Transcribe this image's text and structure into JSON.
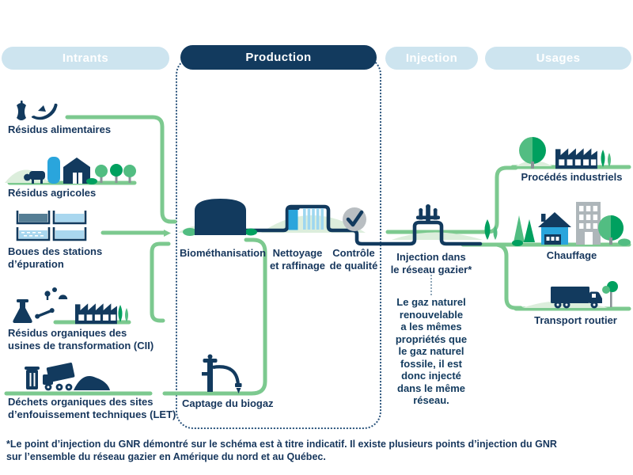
{
  "header": {
    "phases": [
      {
        "label": "Intrants",
        "active": false
      },
      {
        "label": "Production",
        "active": true
      },
      {
        "label": "Injection",
        "active": false
      },
      {
        "label": "Usages",
        "active": false
      }
    ]
  },
  "intrants": {
    "items": [
      {
        "label": "Résidus alimentaires",
        "icon": "food-waste-icon"
      },
      {
        "label": "Résidus agricoles",
        "icon": "farm-icon"
      },
      {
        "label": "Boues des stations\nd’épuration",
        "icon": "wastewater-basins-icon"
      },
      {
        "label": "Résidus organiques des\nusines de transformation (CII)",
        "icon": "industrial-organics-icon"
      },
      {
        "label": "Déchets organiques des sites\nd’enfouissement techniques (LET)",
        "icon": "landfill-icon"
      }
    ]
  },
  "production": {
    "steps": [
      {
        "label": "Biométhanisation",
        "icon": "digester-tank-icon"
      },
      {
        "label": "Nettoyage\net raffinage",
        "icon": "scrubber-icon"
      },
      {
        "label": "Contrôle\nde qualité",
        "icon": "quality-check-icon"
      },
      {
        "label": "Captage du biogaz",
        "icon": "biogas-capture-icon"
      }
    ]
  },
  "injection": {
    "label": "Injection dans\nle réseau gazier*",
    "note": "Le gaz naturel\nrenouvelable\na les mêmes\npropriétés que\nle gaz naturel\nfossile, il est\ndonc injecté\ndans le même\nréseau."
  },
  "usages": {
    "items": [
      {
        "label": "Procédés industriels",
        "icon": "factory-icon"
      },
      {
        "label": "Chauffage",
        "icon": "housing-icon"
      },
      {
        "label": "Transport routier",
        "icon": "truck-icon"
      }
    ]
  },
  "footnote": "*Le point d’injection du GNR démontré sur le schéma est à titre indicatif. Il existe plusieurs points d’injection du GNR\nsur l’ensemble du réseau gazier en Amérique du nord et au Québec.",
  "colors": {
    "navy": "#123A5E",
    "pill_light_blue": "#CDE4EF",
    "bright_blue": "#2AA5DC",
    "pale_blue": "#A9D7EF",
    "slate_blue": "#557E95",
    "connector_green": "#7CC98F",
    "tree_green_light": "#52BD82",
    "tree_green_dark": "#00A05F",
    "hill_pale_green": "#DCEEDC",
    "grey": "#AEB6BA"
  }
}
